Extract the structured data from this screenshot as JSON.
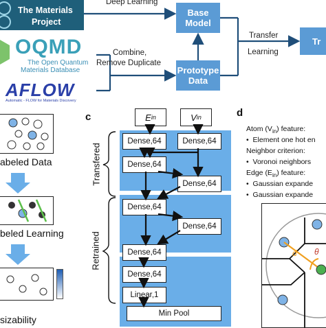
{
  "sources": {
    "mp_line1": "The Materials",
    "mp_line2": "Project",
    "oqmd_logo": "OQMD",
    "oqmd_sub1": "The Open Quantum",
    "oqmd_sub2": "Materials Database",
    "aflow_logo": "AFLOW",
    "aflow_sub": "Automatic - FLOW for Materials Discovery"
  },
  "flow": {
    "deep_learning": "Deep Learning",
    "combine1": "Combine,",
    "combine2": "Remove Duplicate",
    "transfer1": "Transfer",
    "transfer2": "Learning",
    "base_model1": "Base",
    "base_model2": "Model",
    "prototype1": "Prototype",
    "prototype2": "Data",
    "right_box": "Tr"
  },
  "panel_b": {
    "labeled": "abeled Data",
    "learning": "beled Learning",
    "sizability": "sizability"
  },
  "panel_c": {
    "label": "c",
    "e_in": "E",
    "e_sub": "in",
    "v_in": "V",
    "v_sub": "in",
    "transfered": "Transfered",
    "retrained": "Retrained",
    "layers": [
      "Dense,64",
      "Dense,64",
      "Dense,64",
      "Dense,64",
      "Dense,64",
      "Dense,64",
      "Dense,64",
      "Dense,64"
    ],
    "linear": "Linear,1",
    "min_pool": "Min Pool"
  },
  "panel_d": {
    "label": "d",
    "atom_feature": "Atom (V",
    "atom_sub": "in",
    "atom_tail": ") feature:",
    "bullet1": "Element one hot en",
    "neighbor": "Neighbor criterion:",
    "bullet2": "Voronoi neighbors",
    "edge_feature": "Edge (E",
    "edge_sub": "in",
    "edge_tail": ") feature:",
    "bullet3": "Gaussian expande",
    "bullet4": "Gaussian expande",
    "bullet_char": "•",
    "diagram_d": "d",
    "diagram_theta": "θ"
  },
  "colors": {
    "blue_box": "#5b9bd5",
    "panel_bg": "#6aaee8",
    "arrow": "#1f4e79"
  }
}
